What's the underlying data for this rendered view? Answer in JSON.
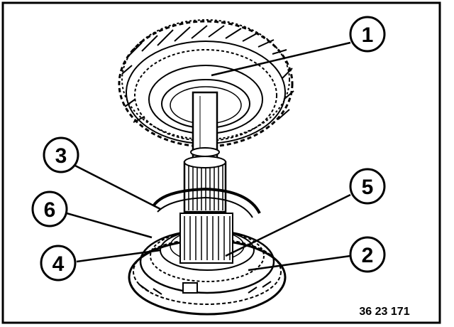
{
  "figure": {
    "callouts": [
      {
        "id": "callout-1",
        "label": "1"
      },
      {
        "id": "callout-2",
        "label": "2"
      },
      {
        "id": "callout-3",
        "label": "3"
      },
      {
        "id": "callout-4",
        "label": "4"
      },
      {
        "id": "callout-5",
        "label": "5"
      },
      {
        "id": "callout-6",
        "label": "6"
      }
    ],
    "code": "36 23 171"
  }
}
